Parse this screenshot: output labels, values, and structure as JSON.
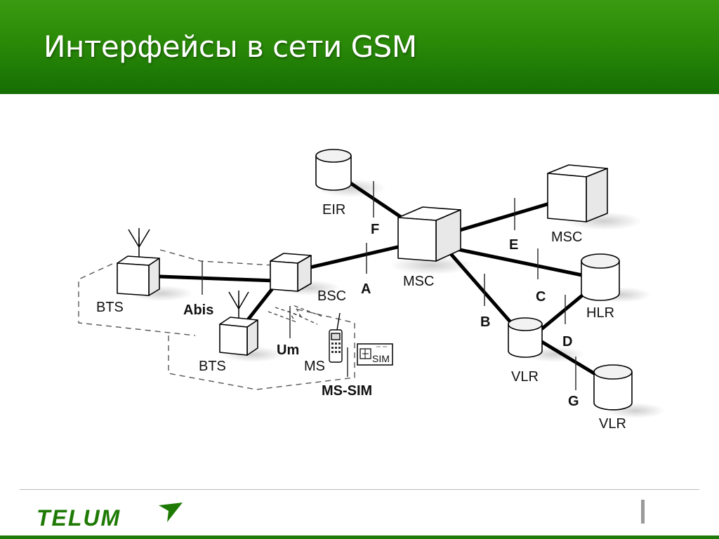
{
  "slide": {
    "title": "Интерфейсы в сети GSM"
  },
  "diagram": {
    "nodes": {
      "eir": "EIR",
      "msc_center": "MSC",
      "msc_right": "MSC",
      "bsc": "BSC",
      "bts_left": "BTS",
      "bts_bottom": "BTS",
      "hlr": "HLR",
      "vlr_center": "VLR",
      "vlr_right": "VLR",
      "ms": "MS",
      "sim": "SIM"
    },
    "interfaces": {
      "f": "F",
      "a": "A",
      "e": "E",
      "b": "B",
      "c": "C",
      "d": "D",
      "g": "G",
      "abis": "Abis",
      "um": "Um",
      "ms_sim": "MS-SIM"
    }
  },
  "footer": {
    "logo_text": "TELUM"
  },
  "colors": {
    "header_green": "#2a8a08",
    "logo_green": "#1f7a05"
  }
}
